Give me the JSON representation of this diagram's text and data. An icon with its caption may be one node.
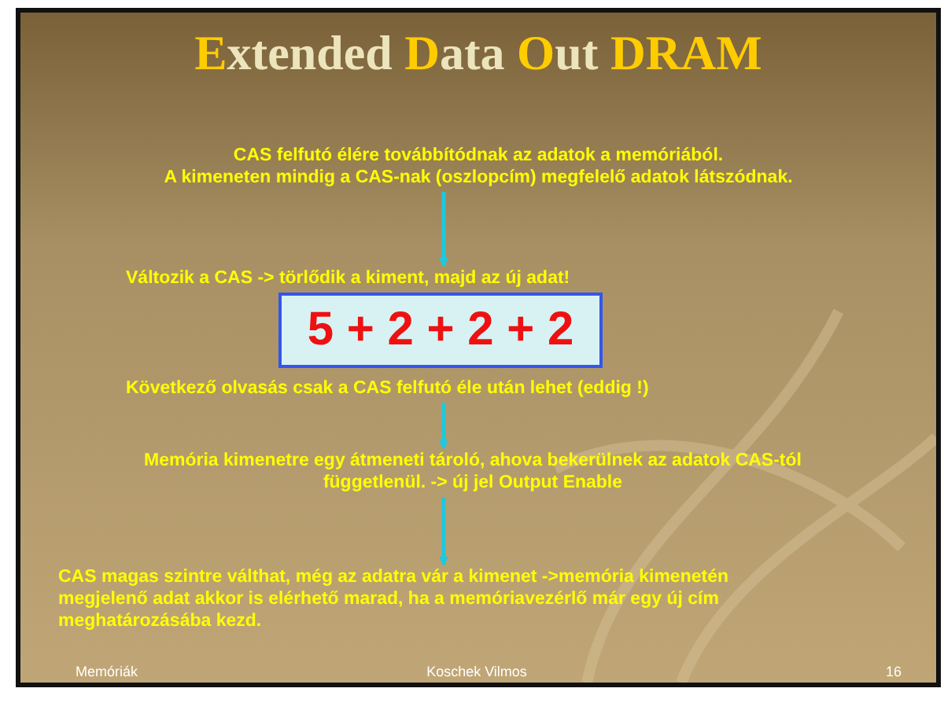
{
  "diagram": {
    "title": "**E**xtended **D**ata **O**ut **DRAM**",
    "nodes": [
      {
        "text": [
          "CAS felfutó élére továbbítódnak az adatok a memóriából.",
          "A kimeneten mindig a CAS-nak  (oszlopcím) megfelelő adatok látszódnak."
        ]
      },
      {
        "text": [
          "Változik a CAS -> törlődik a kiment,  majd az új adat!"
        ]
      },
      {
        "text": [
          "5 + 2 + 2 + 2"
        ]
      },
      {
        "text": [
          "Következő olvasás csak a CAS felfutó éle után lehet (eddig !)"
        ]
      },
      {
        "text": [
          "Memória kimenetre egy átmeneti tároló, ahova bekerülnek az adatok CAS-tól függetlenül. -> új jel Output Enable"
        ]
      },
      {
        "text": [
          "CAS magas szintre válthat, még az adatra vár a kimenet ->memória kimenetén megjelenő adat akkor is elérhető marad, ha a memóriavezérlő már  egy új cím meghatározásába kezd."
        ]
      }
    ],
    "edges": [
      {
        "from": 0,
        "to": 1,
        "arrow": "to",
        "color": "#1ec8e0"
      },
      {
        "from": 3,
        "to": 4,
        "arrow": "to",
        "color": "#1ec8e0"
      },
      {
        "from": 4,
        "to": 5,
        "arrow": "to",
        "color": "#1ec8e0"
      }
    ],
    "labels": [
      "Memóriák",
      "Koschek Vilmos",
      "16"
    ]
  }
}
